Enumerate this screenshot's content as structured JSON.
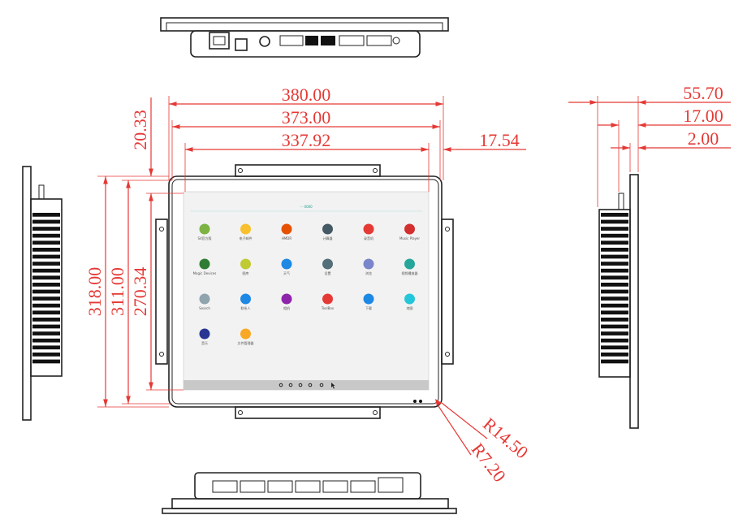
{
  "dimensions": {
    "overall_width": "380.00",
    "bezel_width": "373.00",
    "active_width": "337.92",
    "offset": "17.54",
    "top_offset": "20.33",
    "overall_height": "318.00",
    "bezel_height": "311.00",
    "active_height": "270.34",
    "corner_outer": "R14.50",
    "corner_inner": "R7.20",
    "depth_total": "55.70",
    "depth_mount": "17.00",
    "depth_bezel": "2.00"
  },
  "screen": {
    "header_label": "⋯ 0000",
    "apps": [
      {
        "label": "Sd官方版",
        "icon": "android-icon",
        "color": "#7cb342"
      },
      {
        "label": "电子邮件",
        "icon": "mail-icon",
        "color": "#f9c02e"
      },
      {
        "label": "HMDR",
        "icon": "robot-icon",
        "color": "#e65100"
      },
      {
        "label": "计算器",
        "icon": "calculator-icon",
        "color": "#455a64"
      },
      {
        "label": "录音机",
        "icon": "microphone-icon",
        "color": "#e53935"
      },
      {
        "label": "Music Player",
        "icon": "music-icon",
        "color": "#d32f2f"
      },
      {
        "label": "Magic Devices",
        "icon": "devices-icon",
        "color": "#2e7d32"
      },
      {
        "label": "图库",
        "icon": "gallery-icon",
        "color": "#c0ca33"
      },
      {
        "label": "天气",
        "icon": "umbrella-icon",
        "color": "#1e88e5"
      },
      {
        "label": "设置",
        "icon": "gear-icon",
        "color": "#546e7a"
      },
      {
        "label": "浏览",
        "icon": "browser-icon",
        "color": "#7986cb"
      },
      {
        "label": "视频播放器",
        "icon": "video-icon",
        "color": "#26a69a"
      },
      {
        "label": "Search",
        "icon": "search-icon",
        "color": "#90a4ae"
      },
      {
        "label": "联系人",
        "icon": "contacts-icon",
        "color": "#1e88e5"
      },
      {
        "label": "相机",
        "icon": "camera-icon",
        "color": "#8e24aa"
      },
      {
        "label": "ToolBox",
        "icon": "toolbox-icon",
        "color": "#e53935"
      },
      {
        "label": "下载",
        "icon": "download-icon",
        "color": "#1e88e5"
      },
      {
        "label": "地图",
        "icon": "map-icon",
        "color": "#26c6da"
      },
      {
        "label": "音乐",
        "icon": "music-disc-icon",
        "color": "#283593"
      },
      {
        "label": "文件管理器",
        "icon": "folder-icon",
        "color": "#f9a825"
      }
    ]
  },
  "colors": {
    "dimension": "#e53935",
    "line": "#222222"
  }
}
